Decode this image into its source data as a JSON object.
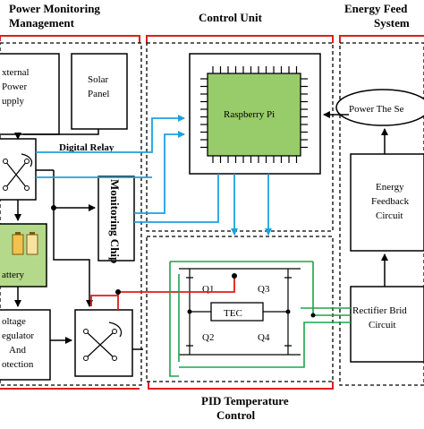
{
  "sections": {
    "power_header": [
      "Power Monitoring",
      "Management"
    ],
    "control_header": "Control Unit",
    "energy_header": [
      "Energy Feed",
      "System"
    ],
    "pid_header": [
      "PID Temperature",
      "Control"
    ]
  },
  "blocks": {
    "external_power": [
      "xternal",
      "Power",
      "upply"
    ],
    "solar_panel": [
      "Solar",
      "Panel"
    ],
    "digital_relay": "Digital Relay",
    "monitoring_chip": "Monitoring Chip",
    "battery": "attery",
    "voltage_regulator": [
      "oltage",
      "egulator",
      "And",
      "otection"
    ],
    "raspberry_pi": "Raspberry Pi",
    "power_the_sensor": "Power The Se",
    "energy_feedback": [
      "Energy",
      "Feedback",
      "Circuit"
    ],
    "rectifier_bridge": [
      "Rectifier Brid",
      "Circuit"
    ],
    "tec": "TEC",
    "transistors": [
      "Q1",
      "Q3",
      "Q2",
      "Q4"
    ]
  },
  "colors": {
    "section_red": "#d9211e",
    "wire_blue": "#1ea0e0",
    "wire_red": "#e01b1b",
    "wire_green": "#1aa54b",
    "chip_green": "#98cb6a",
    "battery_bg": "#b4d98a"
  }
}
